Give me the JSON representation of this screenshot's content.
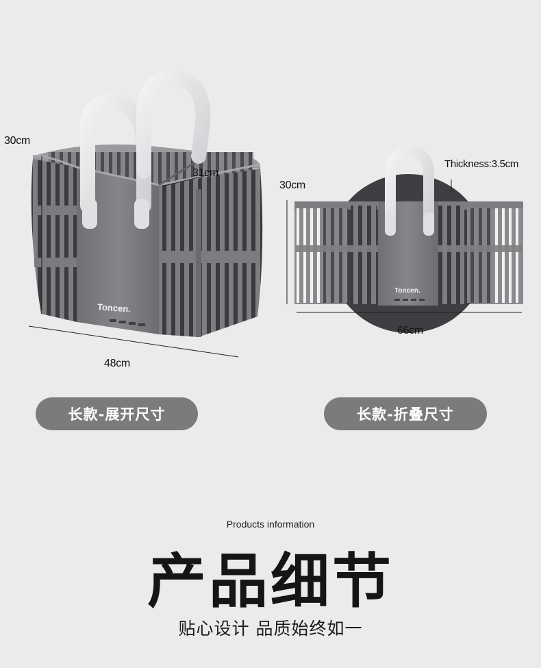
{
  "left_product": {
    "height_label": "30cm",
    "depth_label": "31cm",
    "width_label": "48cm",
    "brand": "Toncen.",
    "caption": "长款-展开尺寸"
  },
  "right_product": {
    "height_label": "30cm",
    "thickness_label": "Thickness:3.5cm",
    "width_label": "66cm",
    "brand": "Toncen.",
    "caption": "长款-折叠尺寸"
  },
  "section": {
    "subtitle_en": "Products information",
    "title": "产品细节",
    "tagline": "贴心设计 品质始终如一"
  },
  "colors": {
    "background": "#ebebeb",
    "basket_gray": "#7c7d80",
    "basket_dark": "#55565a",
    "handle": "#e4e4e6",
    "pill": "#7a7b7d"
  }
}
